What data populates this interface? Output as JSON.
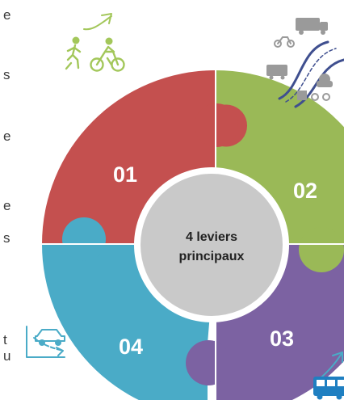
{
  "diagram": {
    "center_label_line1": "4 leviers",
    "center_label_line2": "principaux",
    "segments": [
      {
        "number": "01",
        "color": "#c4504f"
      },
      {
        "number": "02",
        "color": "#9ab957"
      },
      {
        "number": "03",
        "color": "#7c62a2"
      },
      {
        "number": "04",
        "color": "#4aabc7"
      }
    ],
    "center_color": "#c9c9c9",
    "icons": [
      "walk-bike-icon",
      "road-traffic-icon",
      "car-decline-icon",
      "bus-icon"
    ]
  },
  "cropped_text": {
    "letters": [
      "e",
      "s",
      "e",
      "e",
      "s",
      "t",
      "u"
    ]
  }
}
